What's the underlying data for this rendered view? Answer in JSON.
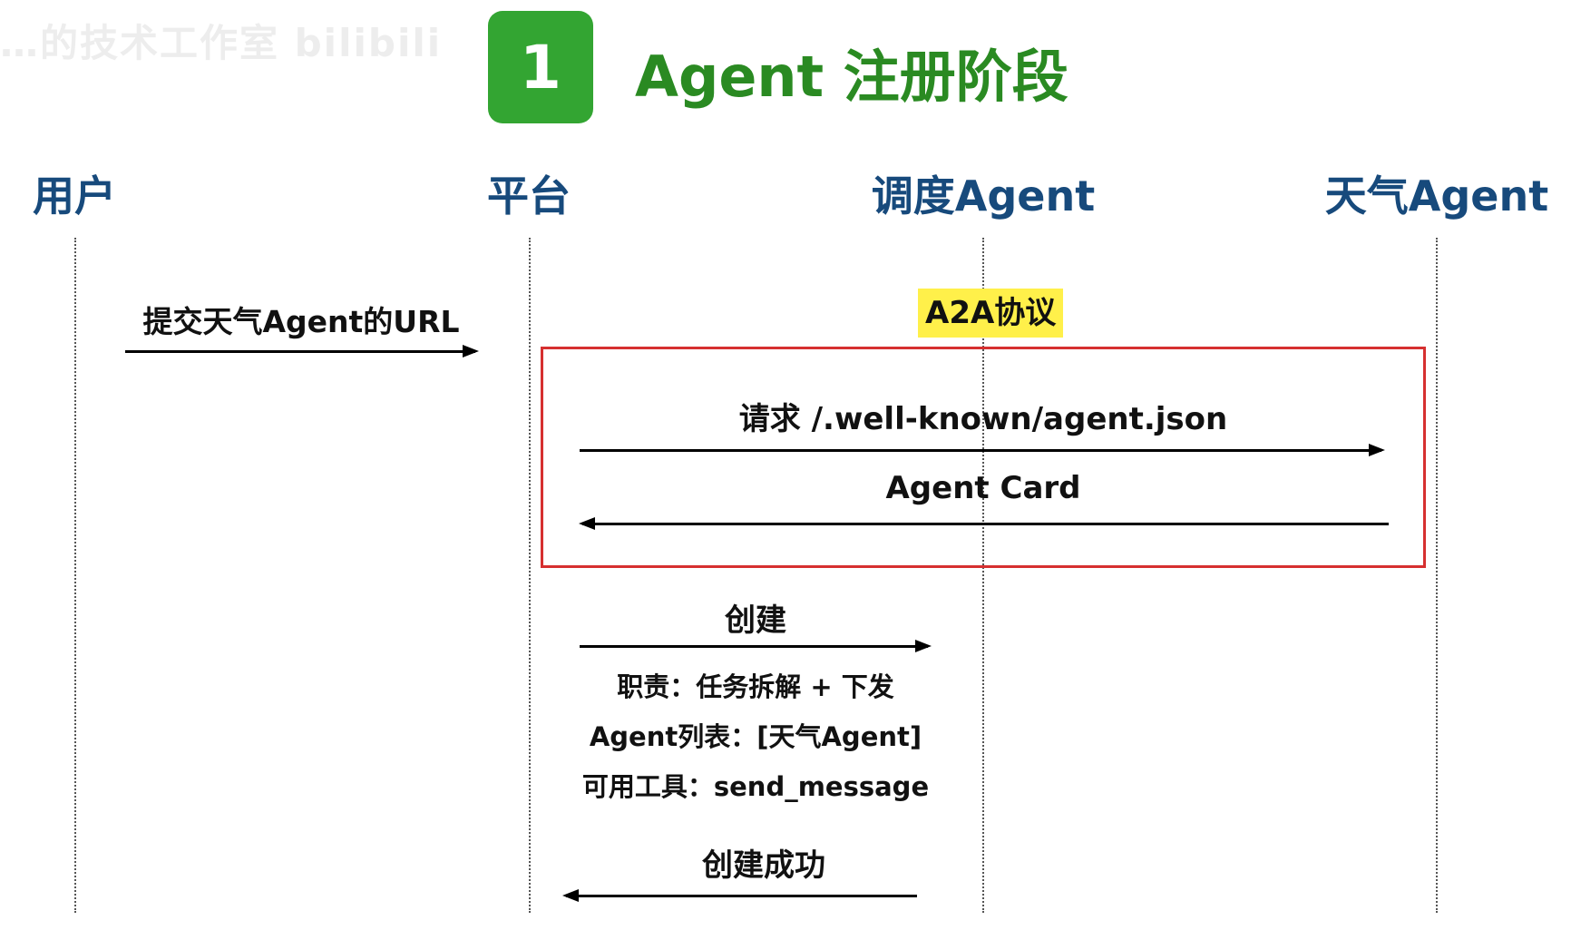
{
  "watermark": "…的技术工作室 bilibili",
  "header": {
    "step_number": "1",
    "title": "Agent 注册阶段"
  },
  "actors": {
    "user": "用户",
    "platform": "平台",
    "scheduler": "调度Agent",
    "weather": "天气Agent"
  },
  "protocol_tag": "A2A协议",
  "messages": {
    "submit_url": "提交天气Agent的URL",
    "request_card": "请求 /.well-known/agent.json",
    "agent_card": "Agent Card",
    "create": "创建",
    "create_success": "创建成功"
  },
  "create_details": {
    "duty": "职责：任务拆解 + 下发",
    "agent_list": "Agent列表：[天气Agent]",
    "tools": "可用工具：send_message"
  },
  "colors": {
    "badge": "#33a532",
    "title": "#2a8a22",
    "actor": "#174a7c",
    "protocol_box_border": "#d63030",
    "protocol_tag_bg": "#fff04a"
  }
}
